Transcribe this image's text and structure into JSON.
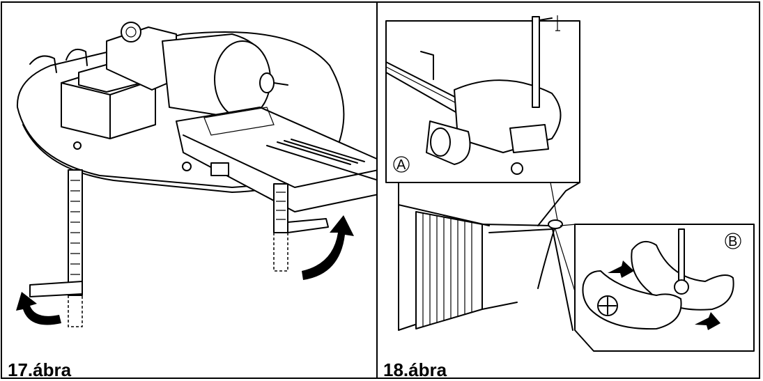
{
  "figures": [
    {
      "caption": "17.ábra"
    },
    {
      "caption": "18.ábra",
      "callouts": [
        "A",
        "B"
      ]
    }
  ]
}
